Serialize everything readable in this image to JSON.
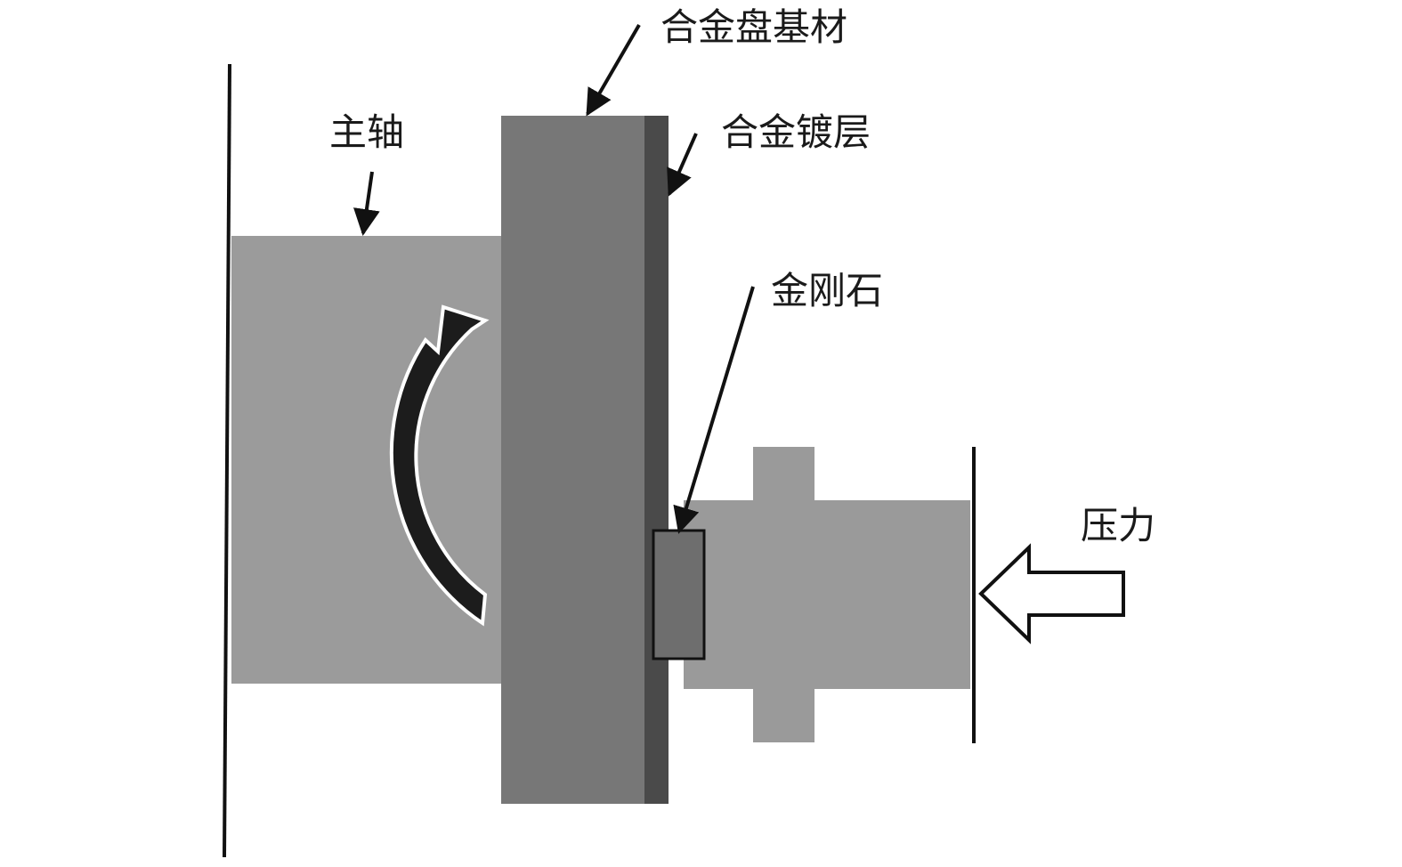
{
  "labels": {
    "spindle": "主轴",
    "alloy_disc_substrate": "合金盘基材",
    "alloy_coating": "合金镀层",
    "diamond": "金刚石",
    "pressure": "压力"
  },
  "colors": {
    "spindle": "#9b9b9b",
    "alloy_disc_substrate": "#777777",
    "alloy_coating": "#4a4a4a",
    "diamond": "#6e6e6e",
    "fixture": "#9a9a9a",
    "rotation_arrow": "#1c1c1c",
    "line": "#111111"
  }
}
